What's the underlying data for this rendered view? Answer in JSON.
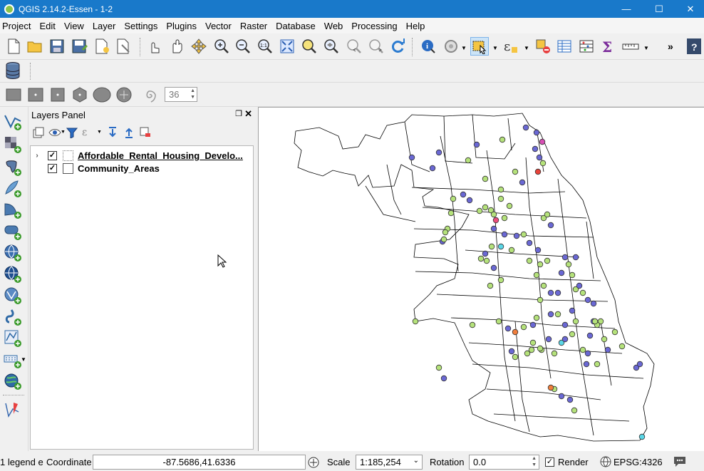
{
  "window": {
    "title": "QGIS 2.14.2-Essen - 1-2",
    "controls": [
      "minimize",
      "maximize",
      "close"
    ]
  },
  "menu": [
    "Project",
    "Edit",
    "View",
    "Layer",
    "Settings",
    "Plugins",
    "Vector",
    "Raster",
    "Database",
    "Web",
    "Processing",
    "Help"
  ],
  "toolbar": {
    "rotation_spin_value": "36",
    "overflow_label": "»"
  },
  "layers_panel": {
    "title": "Layers Panel",
    "layers": [
      {
        "name": "Affordable_Rental_Housing_Develo...",
        "checked": true,
        "expandable": true,
        "selected": true
      },
      {
        "name": "Community_Areas",
        "checked": true,
        "expandable": false,
        "selected": false
      }
    ]
  },
  "map": {
    "point_colors": {
      "green": "#b5e27b",
      "purple": "#6a68d4",
      "magenta": "#d84fb4",
      "red": "#e8433a",
      "orange": "#f07e3c",
      "cyan": "#5ad6e6",
      "pink": "#ec4c7c"
    },
    "boundary_color": "#000000"
  },
  "status": {
    "legend_label": "1 legend e",
    "coordinate_label": "Coordinate",
    "coordinate_value": "-87.5686,41.6336",
    "scale_label": "Scale",
    "scale_value": "1:185,254",
    "rotation_label": "Rotation",
    "rotation_value": "0.0",
    "render_label": "Render",
    "render_checked": true,
    "crs": "EPSG:4326"
  }
}
